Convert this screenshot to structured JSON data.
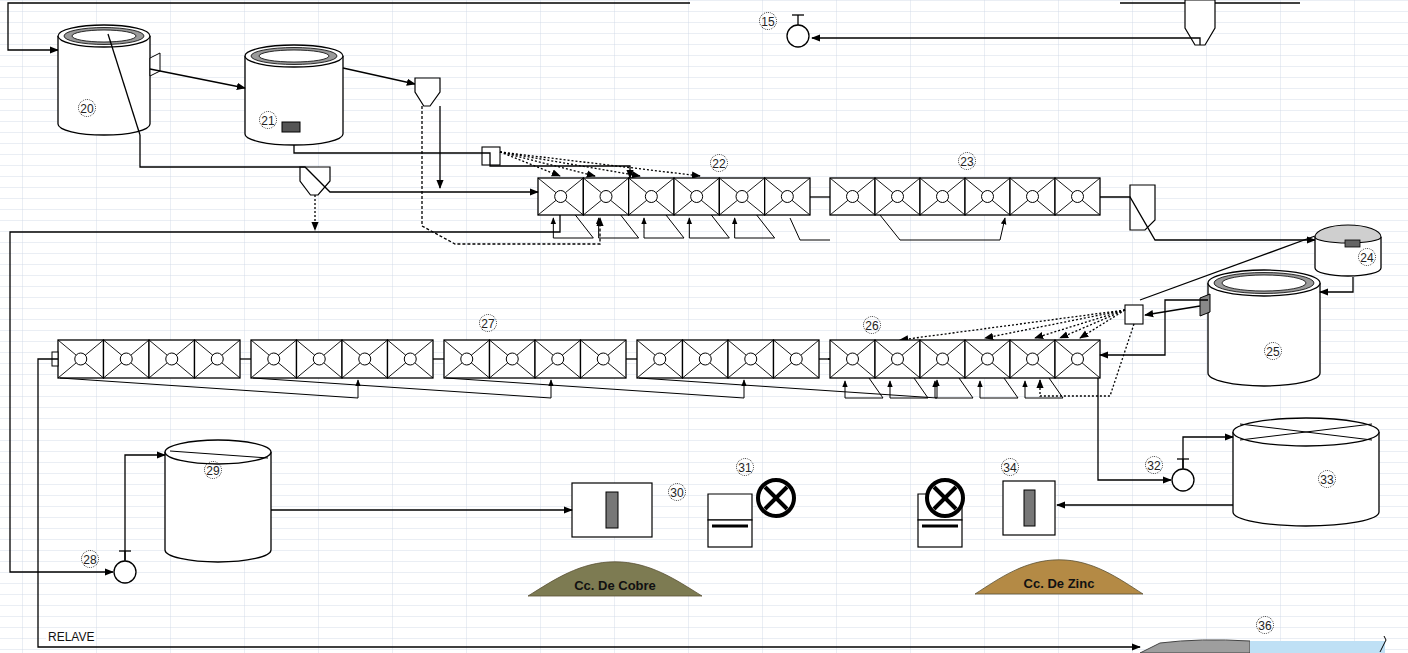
{
  "diagram": {
    "nodes": [
      {
        "text": [
          "15"
        ]
      },
      {
        "text": [
          "20"
        ]
      },
      {
        "text": [
          "21"
        ]
      },
      {
        "text": [
          "22"
        ]
      },
      {
        "text": [
          "23"
        ]
      },
      {
        "text": [
          "24"
        ]
      },
      {
        "text": [
          "25"
        ]
      },
      {
        "text": [
          "27"
        ]
      },
      {
        "text": [
          "26"
        ]
      },
      {
        "text": [
          "28"
        ]
      },
      {
        "text": [
          "29"
        ]
      },
      {
        "text": [
          "30"
        ]
      },
      {
        "text": [
          "31"
        ]
      },
      {
        "text": [
          "Cc. De Cobre"
        ]
      },
      {
        "text": [
          "32"
        ]
      },
      {
        "text": [
          "33"
        ]
      },
      {
        "text": [
          "34"
        ]
      },
      {
        "text": [
          "Cc. De Zinc"
        ]
      },
      {
        "text": [
          "36"
        ]
      }
    ],
    "edges": [
      {
        "from": 1,
        "to": 2,
        "arrow": "to"
      },
      {
        "from": 2,
        "to": 3,
        "arrow": "to"
      },
      {
        "from": 1,
        "to": 3,
        "arrow": "to"
      },
      {
        "from": 3,
        "to": 4,
        "arrow": "none"
      },
      {
        "from": 4,
        "to": 5,
        "arrow": "to"
      },
      {
        "from": 5,
        "to": 6,
        "arrow": "to"
      },
      {
        "from": 6,
        "to": 8,
        "arrow": "to"
      },
      {
        "from": 8,
        "to": 7,
        "arrow": "none"
      },
      {
        "from": 7,
        "to": 18,
        "label": "RELAVE",
        "arrow": "to"
      },
      {
        "from": 3,
        "to": 9,
        "arrow": "to"
      },
      {
        "from": 9,
        "to": 10,
        "arrow": "to"
      },
      {
        "from": 10,
        "to": 11,
        "arrow": "to"
      },
      {
        "from": 8,
        "to": 14,
        "arrow": "to"
      },
      {
        "from": 14,
        "to": 15,
        "arrow": "to"
      },
      {
        "from": 15,
        "to": 16,
        "arrow": "to"
      }
    ]
  }
}
